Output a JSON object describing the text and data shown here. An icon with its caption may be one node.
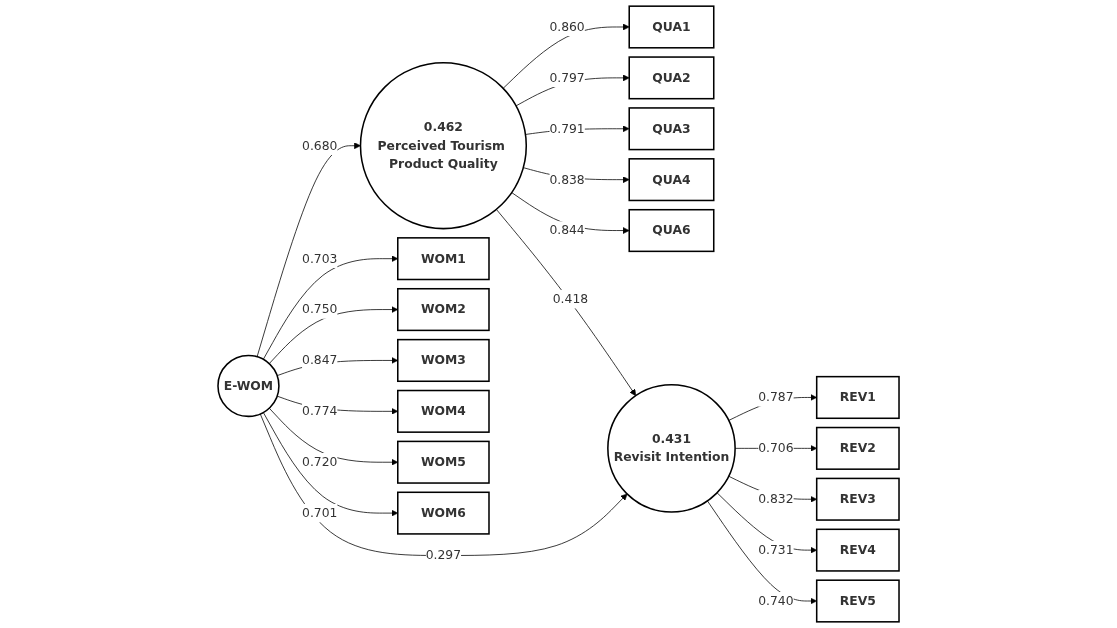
{
  "diagram": {
    "nodes": [
      {
        "text": [
          "QUA1"
        ]
      },
      {
        "text": [
          "QUA2"
        ]
      },
      {
        "text": [
          "QUA3"
        ]
      },
      {
        "text": [
          "QUA4"
        ]
      },
      {
        "text": [
          "QUA6"
        ]
      },
      {
        "text": [
          "0.462",
          "Perceived Tourism Product Quality"
        ]
      },
      {
        "text": [
          "WOM1"
        ]
      },
      {
        "text": [
          "WOM2"
        ]
      },
      {
        "text": [
          "WOM3"
        ]
      },
      {
        "text": [
          "WOM4"
        ]
      },
      {
        "text": [
          "WOM5"
        ]
      },
      {
        "text": [
          "WOM6"
        ]
      },
      {
        "text": [
          "E-WOM"
        ]
      },
      {
        "text": [
          "0.431",
          "Revisit Intention"
        ]
      },
      {
        "text": [
          "REV1"
        ]
      },
      {
        "text": [
          "REV2"
        ]
      },
      {
        "text": [
          "REV3"
        ]
      },
      {
        "text": [
          "REV4"
        ]
      },
      {
        "text": [
          "REV5"
        ]
      }
    ],
    "edges": [
      {
        "from": 5,
        "to": 0,
        "arrow": "to",
        "label": "0.860"
      },
      {
        "from": 5,
        "to": 1,
        "arrow": "to",
        "label": "0.797"
      },
      {
        "from": 5,
        "to": 2,
        "arrow": "to",
        "label": "0.791"
      },
      {
        "from": 5,
        "to": 3,
        "arrow": "to",
        "label": "0.838"
      },
      {
        "from": 5,
        "to": 4,
        "arrow": "to",
        "label": "0.844"
      },
      {
        "from": 12,
        "to": 6,
        "arrow": "to",
        "label": "0.703"
      },
      {
        "from": 12,
        "to": 7,
        "arrow": "to",
        "label": "0.750"
      },
      {
        "from": 12,
        "to": 8,
        "arrow": "to",
        "label": "0.847"
      },
      {
        "from": 12,
        "to": 9,
        "arrow": "to",
        "label": "0.774"
      },
      {
        "from": 12,
        "to": 10,
        "arrow": "to",
        "label": "0.720"
      },
      {
        "from": 12,
        "to": 11,
        "arrow": "to",
        "label": "0.701"
      },
      {
        "from": 12,
        "to": 5,
        "arrow": "to",
        "label": "0.680"
      },
      {
        "from": 5,
        "to": 13,
        "arrow": "to",
        "label": "0.418"
      },
      {
        "from": 12,
        "to": 13,
        "arrow": "to",
        "label": "0.297"
      },
      {
        "from": 13,
        "to": 14,
        "arrow": "to",
        "label": "0.787"
      },
      {
        "from": 13,
        "to": 15,
        "arrow": "to",
        "label": "0.706"
      },
      {
        "from": 13,
        "to": 16,
        "arrow": "to",
        "label": "0.832"
      },
      {
        "from": 13,
        "to": 17,
        "arrow": "to",
        "label": "0.731"
      },
      {
        "from": 13,
        "to": 18,
        "arrow": "to",
        "label": "0.740"
      }
    ]
  }
}
